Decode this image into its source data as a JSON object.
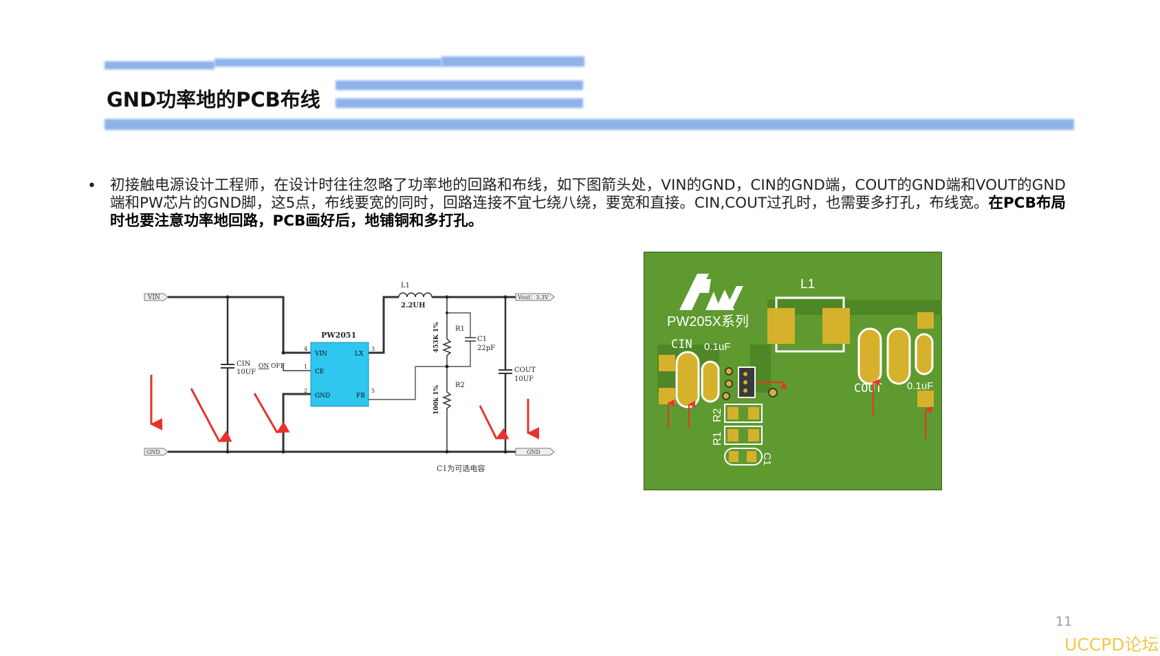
{
  "title": "GND功率地的PCB布线",
  "paragraph": {
    "bullet": "•",
    "normal": "初接触电源设计工程师，在设计时往往忽略了功率地的回路和布线，如下图箭头处，VIN的GND，CIN的GND端，COUT的GND端和VOUT的GND端和PW芯片的GND脚，这5点，布线要宽的同时，回路连接不宜七绕八绕，要宽和直接。CIN,COUT过孔时，也需要多打孔，布线宽。",
    "bold": "在PCB布局时也要注意功率地回路，PCB画好后，地铺铜和多打孔。"
  },
  "schematic": {
    "vin_label": "VIN",
    "gnd_left_label": "GND",
    "vout_label": "Vout：3.3V",
    "gnd_right_label": "GND",
    "chip_name": "PW2051",
    "pins": {
      "vin": "VIN",
      "lx": "LX",
      "ce": "CE",
      "gnd": "GND",
      "fb": "FB",
      "n4": "4",
      "n3": "3",
      "n1": "1",
      "n2": "2",
      "n5": "5"
    },
    "inductor": {
      "name": "L1",
      "value": "2.2UH"
    },
    "cin": {
      "name": "CIN",
      "value": "10UF"
    },
    "switch": {
      "on": "ON",
      "off": "OFF"
    },
    "r1": {
      "name": "R1",
      "value": "453K 1%"
    },
    "r2": {
      "name": "R2",
      "value": "100k 1%"
    },
    "c1": {
      "name": "C1",
      "value": "22pF"
    },
    "cout": {
      "name": "COUT",
      "value": "10UF"
    },
    "caption": "C1为可选电容"
  },
  "pcb": {
    "logo_text": "PW205X系列",
    "l1": "L1",
    "cin": "CIN",
    "cin_cap": "0.1uF",
    "cout": "COUT",
    "cout_cap": "0.1uF",
    "r1": "R1",
    "r2": "R2",
    "c1": "C1"
  },
  "page_number": "11",
  "watermark": "UCCPD论坛",
  "colors": {
    "accent_bar": "#8fb2ea",
    "chip": "#2fc6ef",
    "pcb_board": "#5e9a2f",
    "pad": "#d6b12c",
    "arrow": "#e8322d"
  }
}
